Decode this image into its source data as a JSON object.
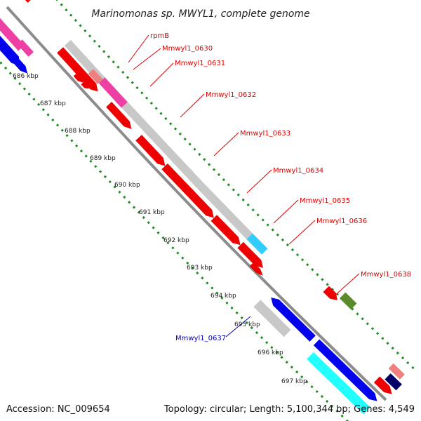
{
  "title": "Marinomonas sp. MWYL1, complete genome",
  "footer": {
    "accession": "Accession: NC_009654",
    "stats": "Topology: circular; Length: 5,100,344 bp; Genes: 4,549"
  },
  "kbp_labels": [
    "686 kbp",
    "687 kbp",
    "688 kbp",
    "689 kbp",
    "690 kbp",
    "691 kbp",
    "692 kbp",
    "693 kbp",
    "694 kbp",
    "695 kbp",
    "696 kbp",
    "697 kbp"
  ],
  "gene_labels": [
    {
      "name": "rpmB",
      "color": "#dd0000"
    },
    {
      "name": "Mmwyl1_0630",
      "color": "#dd0000"
    },
    {
      "name": "Mmwyl1_0631",
      "color": "#dd0000"
    },
    {
      "name": "Mmwyl1_0632",
      "color": "#dd0000"
    },
    {
      "name": "Mmwyl1_0633",
      "color": "#dd0000"
    },
    {
      "name": "Mmwyl1_0634",
      "color": "#dd0000"
    },
    {
      "name": "Mmwyl1_0635",
      "color": "#dd0000"
    },
    {
      "name": "Mmwyl1_0636",
      "color": "#dd0000"
    },
    {
      "name": "Mmwyl1_0638",
      "color": "#dd0000"
    },
    {
      "name": "Mmwyl1_0637",
      "color": "#0000bb"
    }
  ],
  "colors": {
    "backbone": "#8c8c8c",
    "tick": "#1e8c1e",
    "red": "#ee0000",
    "grey": "#c8c8c8",
    "pink": "#ee3fa5",
    "blue": "#0000ee",
    "cyan": "#22ffff",
    "olive": "#5a8a2a",
    "salmon": "#f08080",
    "skyblue": "#33ccff",
    "navy": "#000066"
  }
}
